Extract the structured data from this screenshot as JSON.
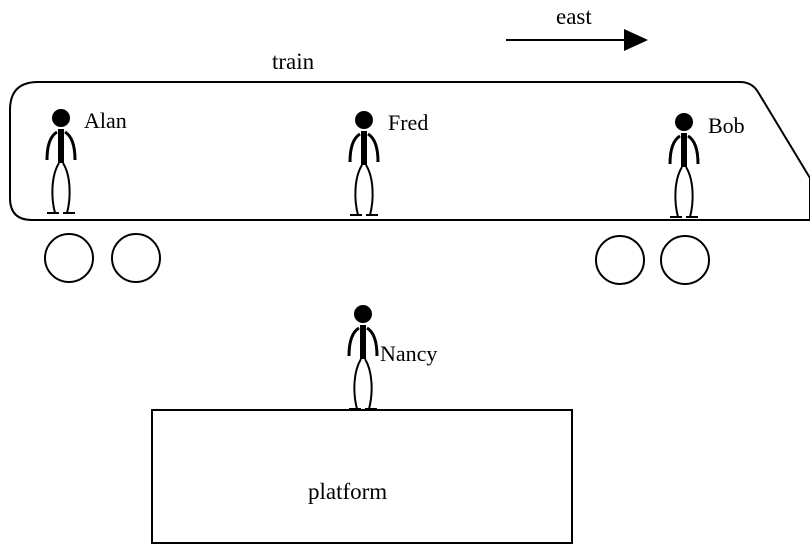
{
  "direction": {
    "label": "east"
  },
  "train": {
    "label": "train"
  },
  "platform": {
    "label": "platform"
  },
  "people": {
    "alan": "Alan",
    "fred": "Fred",
    "bob": "Bob",
    "nancy": "Nancy"
  },
  "colors": {
    "ink": "#000000",
    "background": "#ffffff"
  }
}
